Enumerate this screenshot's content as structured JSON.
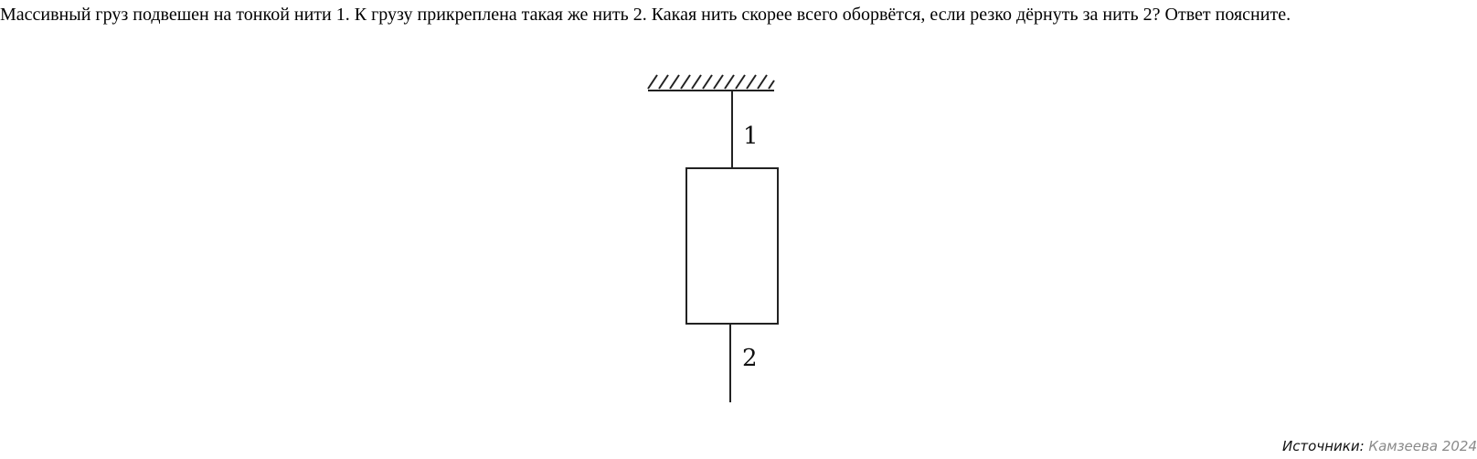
{
  "question": {
    "text": "Массивный груз подвешен на тонкой нити 1. К грузу прикреплена такая же нить 2. Какая нить скорее всего оборвётся, если резко дёрнуть за нить 2? Ответ поясните."
  },
  "figure": {
    "thread_top_label": "1",
    "thread_bottom_label": "2",
    "line_color": "#222222"
  },
  "source": {
    "label": "Источники:",
    "value": "Камзеева 2024"
  }
}
